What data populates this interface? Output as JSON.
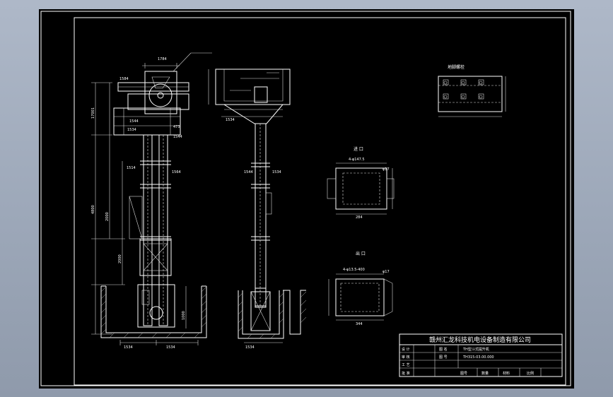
{
  "colors": {
    "background_outer": "#9ea9ba",
    "canvas": "#000000",
    "lines": "#ffffff",
    "accent": "#ffff00"
  },
  "views": {
    "front_labels": [
      "1784",
      "1584",
      "1534",
      "1544",
      "1514",
      "473",
      "1544",
      "1564"
    ],
    "side_labels": [
      "1534",
      "1544",
      "1534"
    ],
    "vertical_dims": [
      "17001",
      "2000",
      "4800",
      "2000",
      "1000"
    ],
    "base_labels": [
      "1534",
      "1534",
      "1534"
    ]
  },
  "details": {
    "top_plate_title": "地脚螺栓",
    "inlet_title": "进 口",
    "inlet_dims": [
      "4-φ147.5",
      "284",
      "φ17"
    ],
    "outlet_title": "出 口",
    "outlet_dims": [
      "4-φ13.5-400",
      "φ17",
      "344"
    ]
  },
  "title_block": {
    "company": "赣州汇龙科技机电设备制造有限公司",
    "drawing_name_label": "图 名",
    "drawing_name": "TH型斗式提升机",
    "drawing_no_label": "图 号",
    "drawing_no": "TH315-03.00.000",
    "rows": [
      "设 计",
      "审 核",
      "工 艺",
      "批 准"
    ],
    "bottom": [
      "图号",
      "数量",
      "材料",
      "比例"
    ]
  }
}
